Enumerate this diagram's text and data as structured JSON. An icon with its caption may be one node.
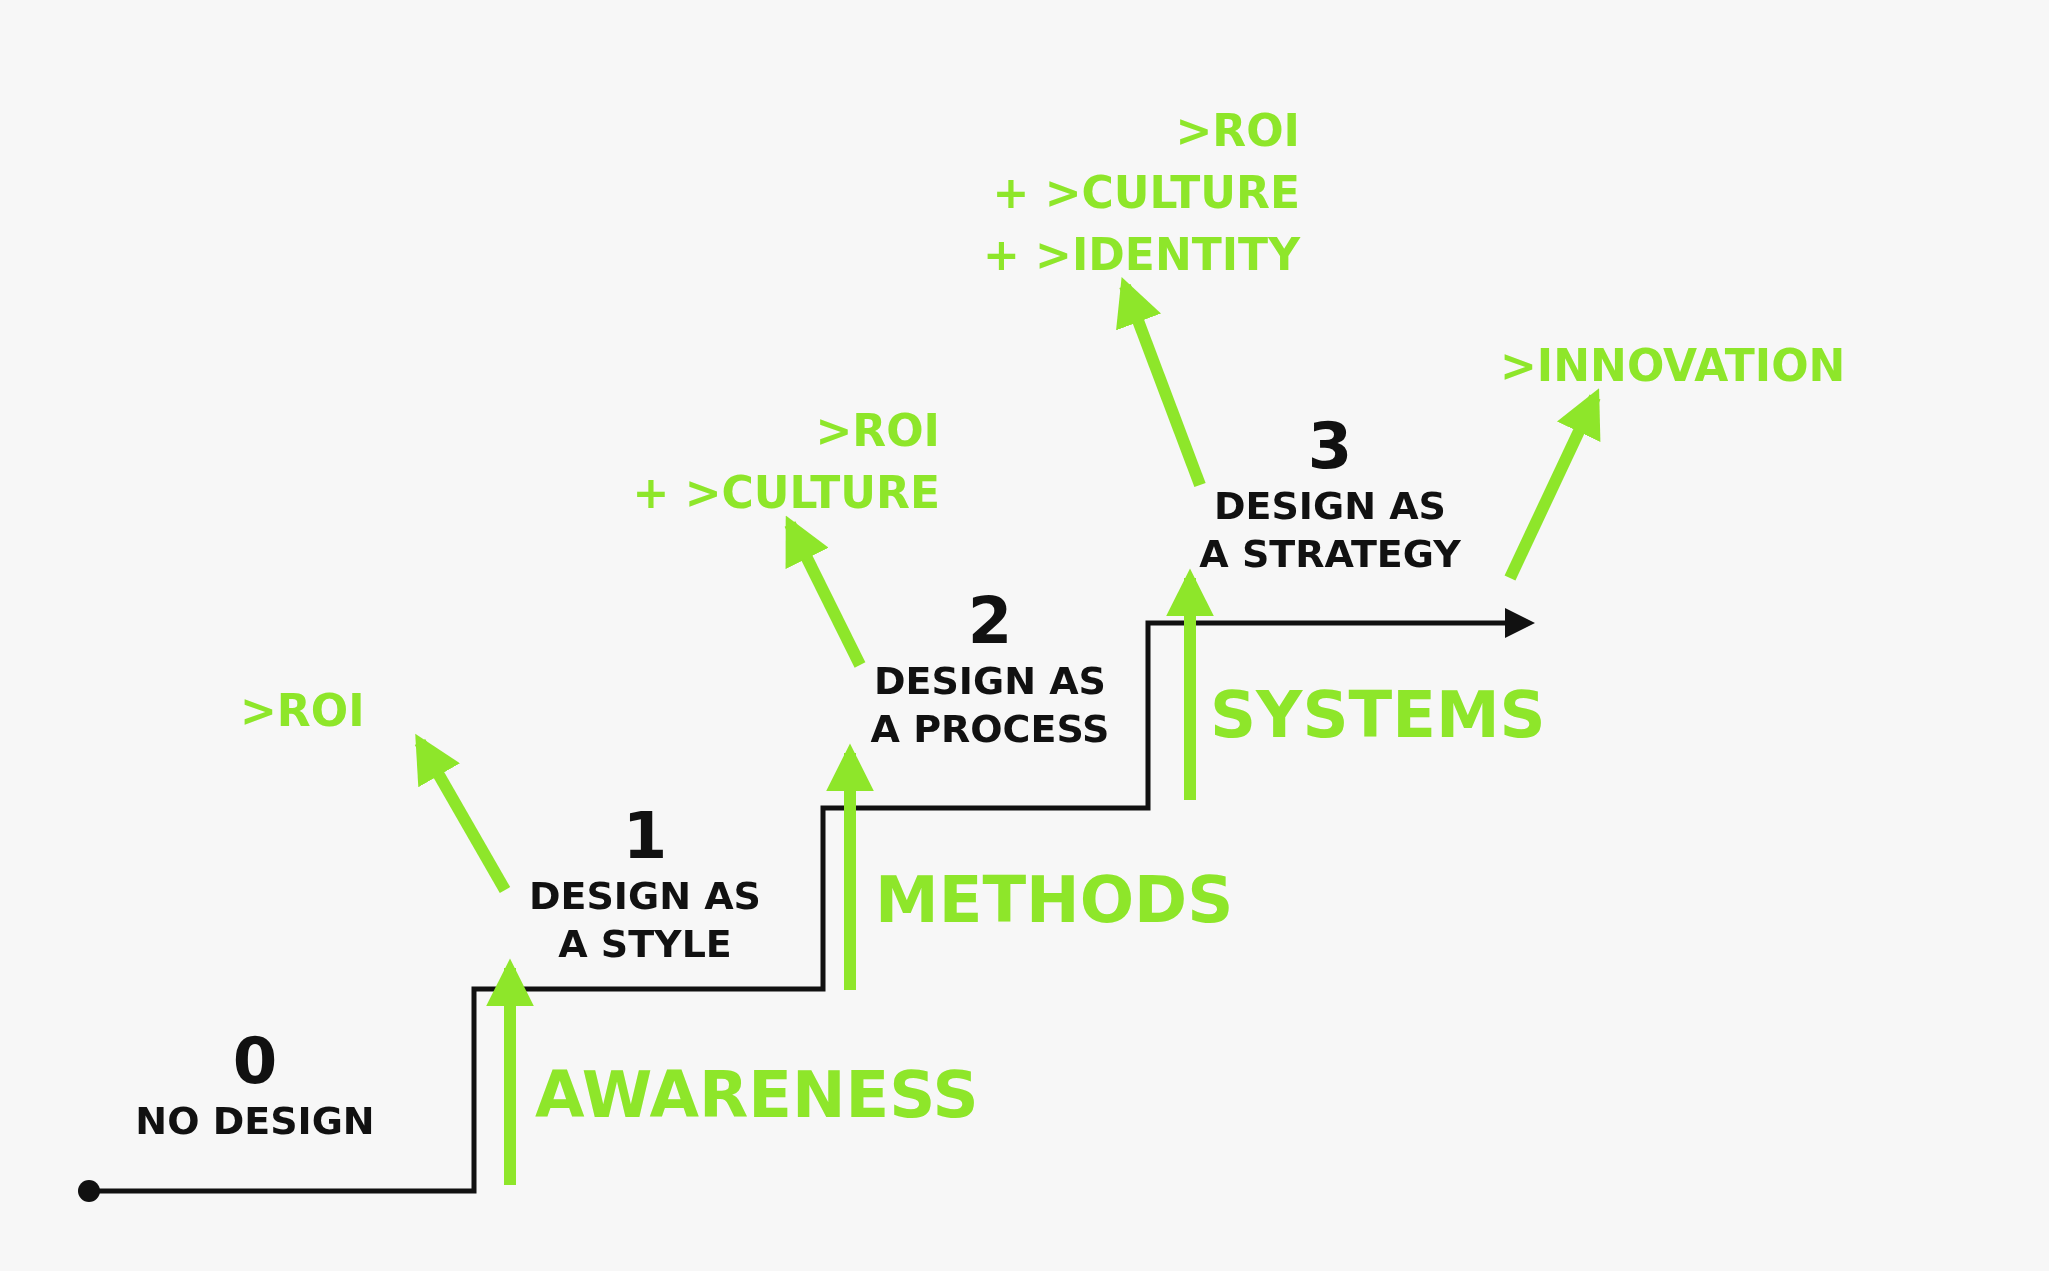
{
  "diagram": {
    "nodes": [
      {
        "text": [
          "0",
          "NO DESIGN"
        ]
      },
      {
        "text": [
          "1",
          "DESIGN AS A STYLE"
        ]
      },
      {
        "text": [
          "2",
          "DESIGN AS A PROCESS"
        ]
      },
      {
        "text": [
          "3",
          "DESIGN AS A STRATEGY"
        ]
      },
      {
        "text": [
          ">ROI"
        ]
      },
      {
        "text": [
          ">ROI",
          "+ >CULTURE"
        ]
      },
      {
        "text": [
          ">ROI",
          "+ >CULTURE",
          "+ >IDENTITY"
        ]
      },
      {
        "text": [
          ">INNOVATION"
        ]
      }
    ],
    "edges": [
      {
        "from": null,
        "to": 1,
        "arrow": "to",
        "label": "AWARENESS"
      },
      {
        "from": null,
        "to": 2,
        "arrow": "to",
        "label": "METHODS"
      },
      {
        "from": null,
        "to": 3,
        "arrow": "to",
        "label": "SYSTEMS"
      },
      {
        "from": 1,
        "to": 4,
        "arrow": "to"
      },
      {
        "from": 2,
        "to": 5,
        "arrow": "to"
      },
      {
        "from": 3,
        "to": 6,
        "arrow": "to"
      },
      {
        "from": 3,
        "to": 7,
        "arrow": "to"
      }
    ]
  }
}
